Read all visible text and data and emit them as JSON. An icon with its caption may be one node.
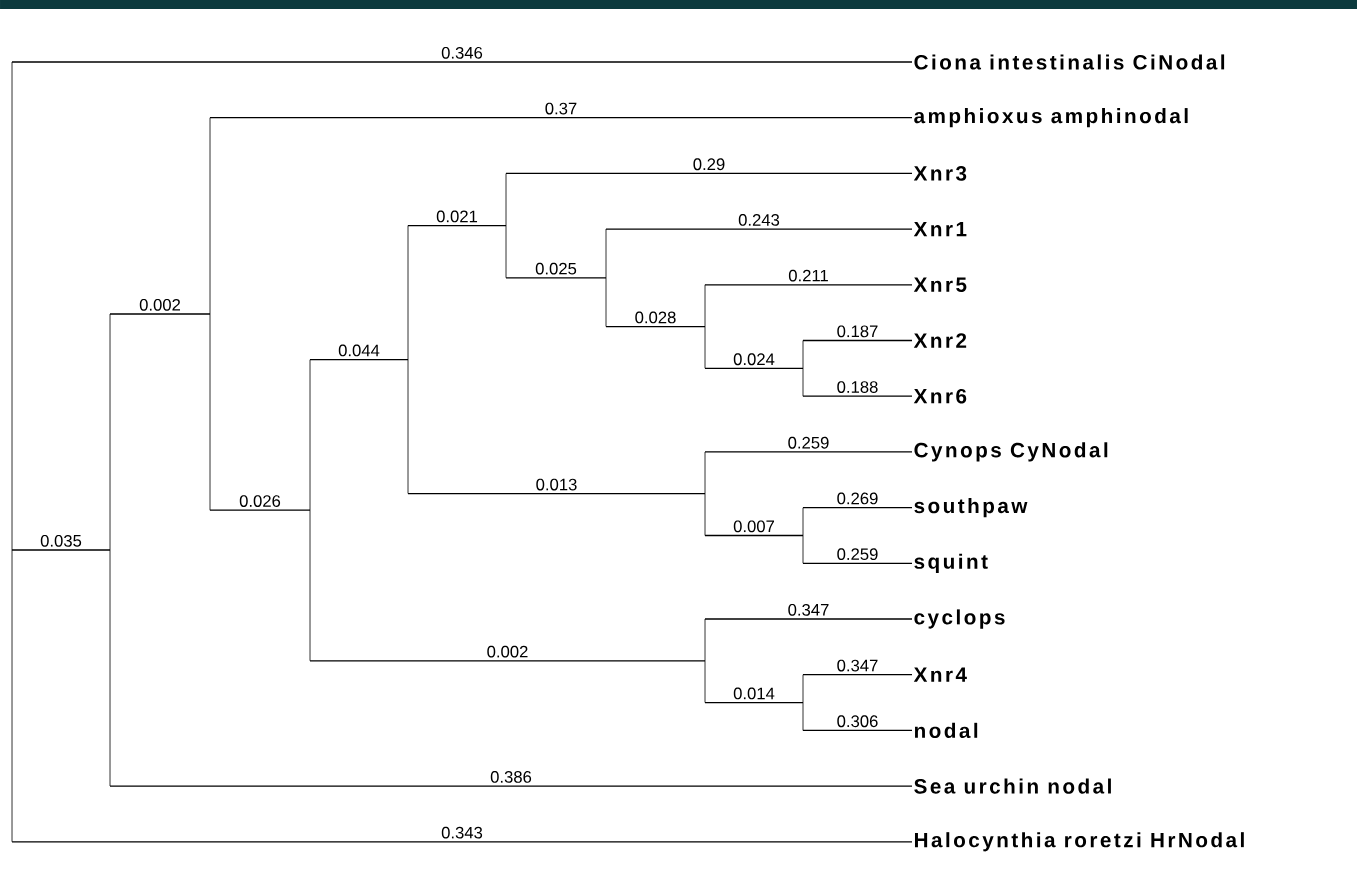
{
  "diagram": {
    "nodes": [
      {
        "text": [
          "Ciona intestinalis CiNodal"
        ]
      },
      {
        "text": [
          "amphioxus amphinodal"
        ]
      },
      {
        "text": [
          "Xnr3"
        ]
      },
      {
        "text": [
          "Xnr1"
        ]
      },
      {
        "text": [
          "Xnr5"
        ]
      },
      {
        "text": [
          "Xnr2"
        ]
      },
      {
        "text": [
          "Xnr6"
        ]
      },
      {
        "text": [
          "Cynops CyNodal"
        ]
      },
      {
        "text": [
          "southpaw"
        ]
      },
      {
        "text": [
          "squint"
        ]
      },
      {
        "text": [
          "cyclops"
        ]
      },
      {
        "text": [
          "Xnr4"
        ]
      },
      {
        "text": [
          "nodal"
        ]
      },
      {
        "text": [
          "Sea urchin nodal"
        ]
      },
      {
        "text": [
          "Halocynthia roretzi HrNodal"
        ]
      },
      {
        "text": [],
        "shape": "bar"
      },
      {
        "text": [],
        "shape": "bar"
      },
      {
        "text": [],
        "shape": "bar"
      },
      {
        "text": [],
        "shape": "bar"
      },
      {
        "text": [],
        "shape": "bar"
      },
      {
        "text": [],
        "shape": "bar"
      },
      {
        "text": [],
        "shape": "bar"
      },
      {
        "text": [],
        "shape": "bar"
      },
      {
        "text": [],
        "shape": "bar"
      },
      {
        "text": [],
        "shape": "bar"
      },
      {
        "text": [],
        "shape": "bar"
      },
      {
        "text": [],
        "shape": "bar"
      },
      {
        "text": [],
        "shape": "bar"
      }
    ],
    "edges": [
      {
        "from": 15,
        "to": 0,
        "arrow": "none",
        "label": "0.346"
      },
      {
        "from": 15,
        "to": 16,
        "arrow": "none",
        "label": "0.035"
      },
      {
        "from": 15,
        "to": 14,
        "arrow": "none",
        "label": "0.343"
      },
      {
        "from": 16,
        "to": 17,
        "arrow": "none",
        "label": "0.002"
      },
      {
        "from": 16,
        "to": 13,
        "arrow": "none",
        "label": "0.386"
      },
      {
        "from": 17,
        "to": 1,
        "arrow": "none",
        "label": "0.37"
      },
      {
        "from": 17,
        "to": 18,
        "arrow": "none",
        "label": "0.026"
      },
      {
        "from": 18,
        "to": 19,
        "arrow": "none",
        "label": "0.044"
      },
      {
        "from": 18,
        "to": 24,
        "arrow": "none",
        "label": "0.002"
      },
      {
        "from": 19,
        "to": 20,
        "arrow": "none",
        "label": "0.021"
      },
      {
        "from": 19,
        "to": 23,
        "arrow": "none",
        "label": "0.013"
      },
      {
        "from": 20,
        "to": 2,
        "arrow": "none",
        "label": "0.29"
      },
      {
        "from": 20,
        "to": 21,
        "arrow": "none",
        "label": "0.025"
      },
      {
        "from": 21,
        "to": 3,
        "arrow": "none",
        "label": "0.243"
      },
      {
        "from": 21,
        "to": 22,
        "arrow": "none",
        "label": "0.028"
      },
      {
        "from": 22,
        "to": 4,
        "arrow": "none",
        "label": "0.211"
      },
      {
        "from": 22,
        "to": 25,
        "arrow": "none",
        "label": "0.024"
      },
      {
        "from": 25,
        "to": 5,
        "arrow": "none",
        "label": "0.187"
      },
      {
        "from": 25,
        "to": 6,
        "arrow": "none",
        "label": "0.188"
      },
      {
        "from": 23,
        "to": 7,
        "arrow": "none",
        "label": "0.259"
      },
      {
        "from": 23,
        "to": 26,
        "arrow": "none",
        "label": "0.007"
      },
      {
        "from": 26,
        "to": 8,
        "arrow": "none",
        "label": "0.269"
      },
      {
        "from": 26,
        "to": 9,
        "arrow": "none",
        "label": "0.259"
      },
      {
        "from": 24,
        "to": 10,
        "arrow": "none",
        "label": "0.347"
      },
      {
        "from": 24,
        "to": 27,
        "arrow": "none",
        "label": "0.014"
      },
      {
        "from": 27,
        "to": 11,
        "arrow": "none",
        "label": "0.347"
      },
      {
        "from": 27,
        "to": 12,
        "arrow": "none",
        "label": "0.306"
      }
    ]
  }
}
